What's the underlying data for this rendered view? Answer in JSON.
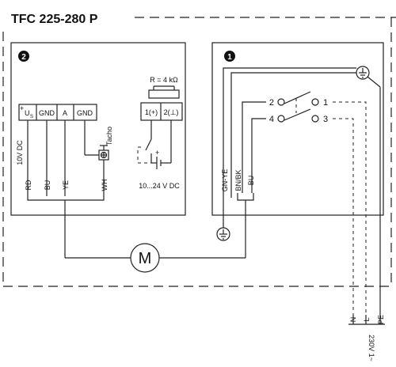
{
  "title": "TFC 225-280 P",
  "markers": {
    "left": "2",
    "right": "1"
  },
  "controller": {
    "terminals": [
      "+Us",
      "GND",
      "A",
      "GND"
    ],
    "terminal_plus": "+",
    "terminal_us": "U",
    "terminal_us_sub": "S",
    "voltage": "10V DC",
    "wires": [
      "RD",
      "BU",
      "YE",
      "WH"
    ],
    "tacho": "Tacho",
    "resistor": "R = 4 kΩ",
    "input_terminals": [
      "1(+)",
      "2(⊥)"
    ],
    "source": "10...24 V DC"
  },
  "switch": {
    "contacts_left": [
      "2",
      "4"
    ],
    "contacts_right": [
      "1",
      "3"
    ],
    "wires": [
      "GN-YE",
      "BN/BK",
      "BU"
    ]
  },
  "motor": "M",
  "supply": {
    "lines": [
      "N",
      "L",
      "PE"
    ],
    "voltage": "230V 1~"
  }
}
